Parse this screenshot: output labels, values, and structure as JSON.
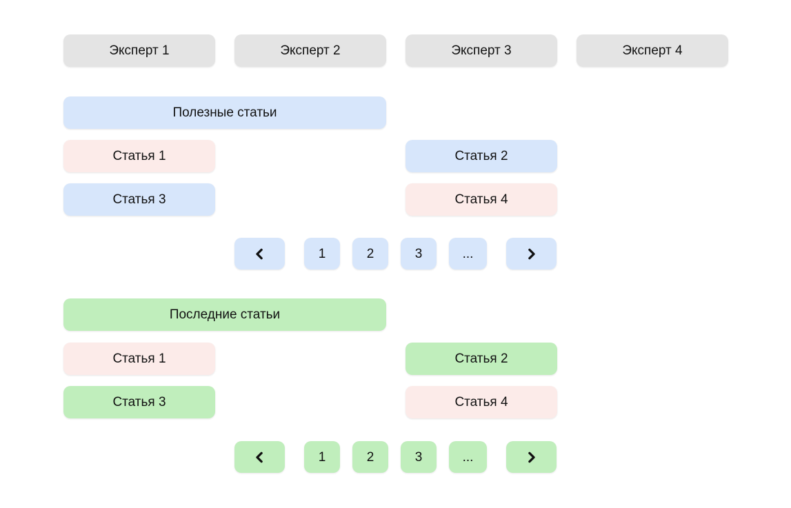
{
  "colors": {
    "page_bg": "#ffffff",
    "expert_bg": "#e4e4e4",
    "blue": "#d7e6fb",
    "pink": "#fcebe9",
    "green": "#c0eebc",
    "text": "#111111"
  },
  "experts": {
    "items": [
      {
        "label": "Эксперт 1",
        "bg": "#e4e4e4"
      },
      {
        "label": "Эксперт 2",
        "bg": "#e4e4e4"
      },
      {
        "label": "Эксперт 3",
        "bg": "#e4e4e4"
      },
      {
        "label": "Эксперт 4",
        "bg": "#e4e4e4"
      }
    ]
  },
  "sections": {
    "useful": {
      "title": "Полезные статьи",
      "title_bg": "#d7e6fb",
      "articles": [
        {
          "label": "Статья 1",
          "bg": "#fcebe9"
        },
        {
          "label": "Статья 2",
          "bg": "#d7e6fb"
        },
        {
          "label": "Статья 3",
          "bg": "#d7e6fb"
        },
        {
          "label": "Статья 4",
          "bg": "#fcebe9"
        }
      ],
      "pagination": {
        "bg": "#d7e6fb",
        "prev_icon": "chevron-left-icon",
        "pages": [
          "1",
          "2",
          "3",
          "..."
        ],
        "next_icon": "chevron-right-icon"
      }
    },
    "latest": {
      "title": "Последние статьи",
      "title_bg": "#c0eebc",
      "articles": [
        {
          "label": "Статья 1",
          "bg": "#fcebe9"
        },
        {
          "label": "Статья 2",
          "bg": "#c0eebc"
        },
        {
          "label": "Статья 3",
          "bg": "#c0eebc"
        },
        {
          "label": "Статья 4",
          "bg": "#fcebe9"
        }
      ],
      "pagination": {
        "bg": "#c0eebc",
        "prev_icon": "chevron-left-icon",
        "pages": [
          "1",
          "2",
          "3",
          "..."
        ],
        "next_icon": "chevron-right-icon"
      }
    }
  }
}
